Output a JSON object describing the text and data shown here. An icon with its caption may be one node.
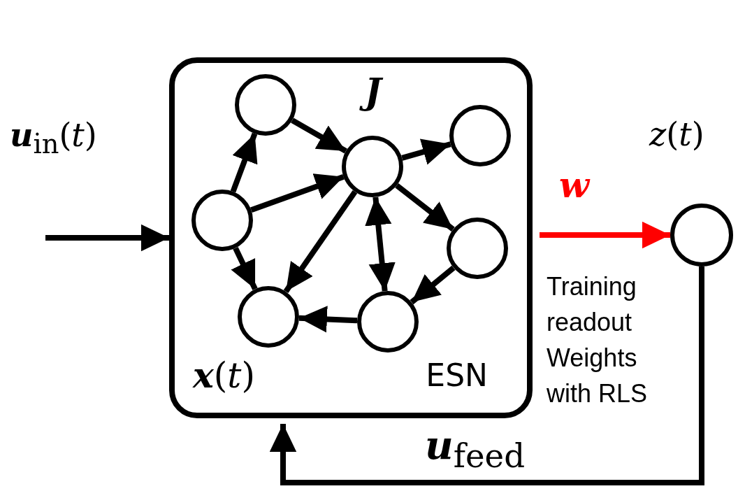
{
  "diagram": {
    "nodes": [
      {
        "text": [
          "ESN"
        ]
      },
      {
        "text": [],
        "shape": "circle",
        "in": 0
      },
      {
        "text": [],
        "shape": "circle",
        "in": 0
      },
      {
        "text": [],
        "shape": "circle",
        "in": 0
      },
      {
        "text": [],
        "shape": "circle",
        "in": 0
      },
      {
        "text": [],
        "shape": "circle",
        "in": 0
      },
      {
        "text": [],
        "shape": "circle",
        "in": 0
      },
      {
        "text": [],
        "shape": "circle",
        "in": 0
      },
      {
        "text": [],
        "shape": "circle",
        "beside": [
          "*z*(*t*)"
        ]
      }
    ],
    "edges": [
      {
        "from": 2,
        "to": 1,
        "arrow": "to"
      },
      {
        "from": 1,
        "to": 3,
        "arrow": "to"
      },
      {
        "from": 2,
        "to": 3,
        "arrow": "to"
      },
      {
        "from": 3,
        "to": 4,
        "arrow": "to"
      },
      {
        "from": 3,
        "to": 5,
        "arrow": "to"
      },
      {
        "from": 3,
        "to": 7,
        "arrow": "to"
      },
      {
        "from": 3,
        "to": 6,
        "arrow": "both"
      },
      {
        "from": 5,
        "to": 6,
        "arrow": "to"
      },
      {
        "from": 6,
        "to": 7,
        "arrow": "to"
      },
      {
        "from": 2,
        "to": 7,
        "arrow": "to"
      },
      {
        "from": null,
        "to": 0,
        "arrow": "to"
      },
      {
        "from": 0,
        "to": 8,
        "arrow": "to",
        "label": "w",
        "color": "#ff0000"
      },
      {
        "from": 8,
        "to": 0,
        "arrow": "to",
        "label": "**u**$_{feed}$"
      }
    ],
    "labels": [
      "J",
      "**x**(*t*)",
      "**u**$_{in}$(*t*)",
      "Training readout Weights with RLS"
    ]
  }
}
